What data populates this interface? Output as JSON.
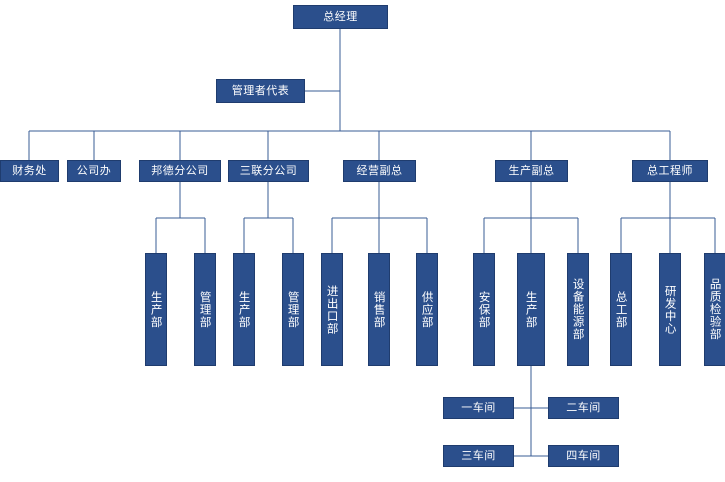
{
  "meta": {
    "title": "公司组织架构图",
    "box_fill": "#2B4F8C",
    "box_border": "#1F3C6E",
    "line_color": "#3A5C96",
    "text_color": "#FFFFFF",
    "background": "#FFFFFF"
  },
  "nodes": {
    "general_manager": {
      "label": "总经理"
    },
    "management_rep": {
      "label": "管理者代表"
    },
    "level2": [
      {
        "label": "财务处"
      },
      {
        "label": "公司办"
      },
      {
        "label": "邦德分公司"
      },
      {
        "label": "三联分公司"
      },
      {
        "label": "经营副总"
      },
      {
        "label": "生产副总"
      },
      {
        "label": "总工程师"
      }
    ],
    "level3": [
      {
        "label": "生产部",
        "parent": "邦德分公司"
      },
      {
        "label": "管理部",
        "parent": "邦德分公司"
      },
      {
        "label": "生产部",
        "parent": "三联分公司"
      },
      {
        "label": "管理部",
        "parent": "三联分公司"
      },
      {
        "label": "进出口部",
        "parent": "经营副总"
      },
      {
        "label": "销售部",
        "parent": "经营副总"
      },
      {
        "label": "供应部",
        "parent": "经营副总"
      },
      {
        "label": "安保部",
        "parent": "生产副总"
      },
      {
        "label": "生产部",
        "parent": "生产副总"
      },
      {
        "label": "设备能源部",
        "parent": "生产副总"
      },
      {
        "label": "总工部",
        "parent": "总工程师"
      },
      {
        "label": "研发中心",
        "parent": "总工程师"
      },
      {
        "label": "品质检验部",
        "parent": "总工程师"
      }
    ],
    "workshops": [
      {
        "label": "一车间"
      },
      {
        "label": "二车间"
      },
      {
        "label": "三车间"
      },
      {
        "label": "四车间"
      }
    ]
  }
}
